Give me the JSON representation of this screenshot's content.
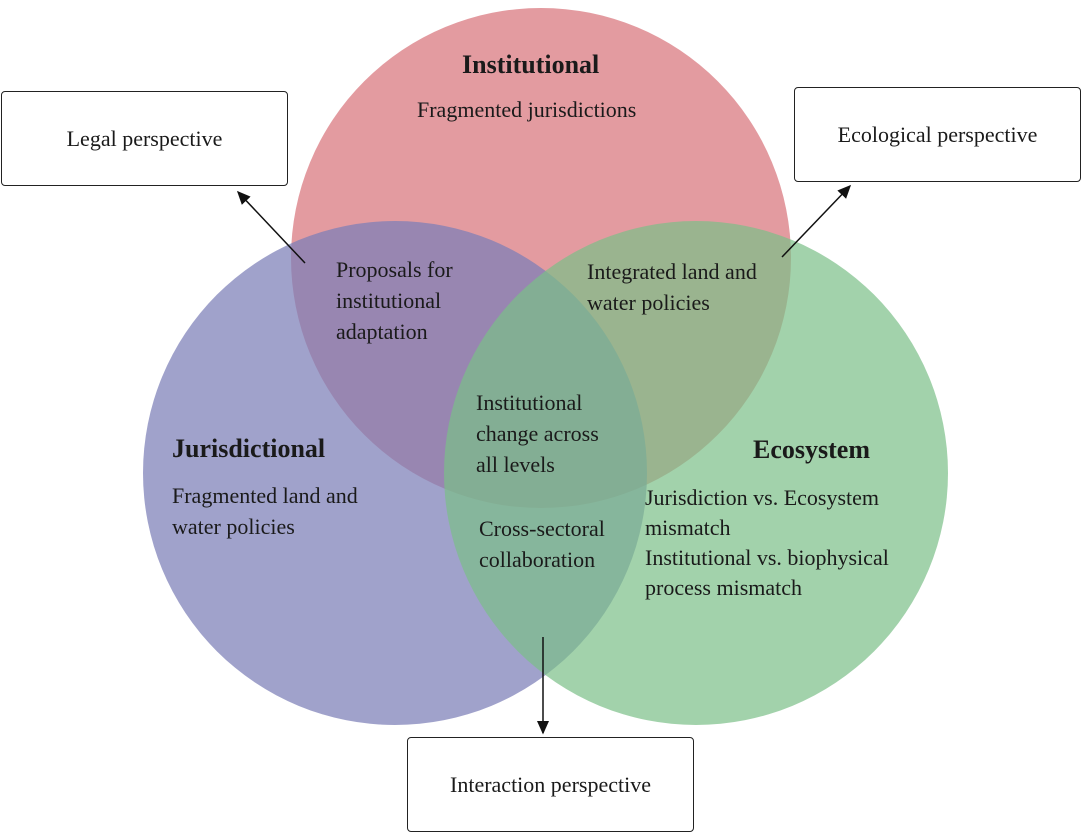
{
  "circles": {
    "institutional": {
      "title": "Institutional",
      "text": "Fragmented jurisdictions",
      "color": "#d97a80"
    },
    "jurisdictional": {
      "title": "Jurisdictional",
      "text_line1": "Fragmented land and",
      "text_line2": "water policies",
      "color": "#7b7eb7"
    },
    "ecosystem": {
      "title": "Ecosystem",
      "text_line1": "Jurisdiction vs. Ecosystem",
      "text_line2": "mismatch",
      "text_line3": "Institutional vs. biophysical",
      "text_line4": "process mismatch",
      "color": "#7bbf87"
    }
  },
  "overlaps": {
    "institutional_jurisdictional": {
      "line1": "Proposals for",
      "line2": "institutional",
      "line3": "adaptation"
    },
    "institutional_ecosystem": {
      "line1": "Integrated land and",
      "line2": "water policies"
    },
    "jurisdictional_ecosystem": {
      "line1": "Cross-sectoral",
      "line2": "collaboration"
    },
    "center": {
      "line1": "Institutional",
      "line2": "change across",
      "line3": "all levels"
    }
  },
  "perspectives": {
    "legal": "Legal perspective",
    "ecological": "Ecological perspective",
    "interaction": "Interaction perspective"
  }
}
